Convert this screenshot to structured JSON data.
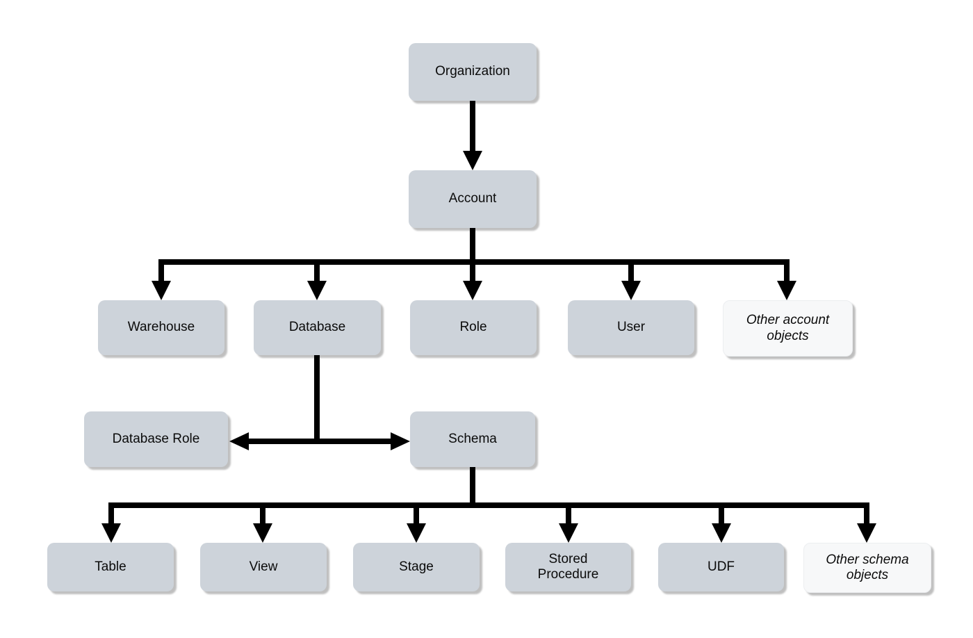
{
  "diagram": {
    "type": "hierarchy",
    "colors": {
      "node_fill": "#cdd3da",
      "node_fill_light": "#f7f8f9",
      "line": "#000000",
      "text": "#0b0b0b",
      "background": "#ffffff"
    },
    "nodes": {
      "organization": {
        "label": "Organization",
        "style": "default"
      },
      "account": {
        "label": "Account",
        "style": "default"
      },
      "warehouse": {
        "label": "Warehouse",
        "style": "default"
      },
      "database": {
        "label": "Database",
        "style": "default"
      },
      "role": {
        "label": "Role",
        "style": "default"
      },
      "user": {
        "label": "User",
        "style": "default"
      },
      "other_account": {
        "label": "Other account\nobjects",
        "style": "light-italic"
      },
      "database_role": {
        "label": "Database Role",
        "style": "default"
      },
      "schema": {
        "label": "Schema",
        "style": "default"
      },
      "table": {
        "label": "Table",
        "style": "default"
      },
      "view": {
        "label": "View",
        "style": "default"
      },
      "stage": {
        "label": "Stage",
        "style": "default"
      },
      "stored_procedure": {
        "label": "Stored\nProcedure",
        "style": "default"
      },
      "udf": {
        "label": "UDF",
        "style": "default"
      },
      "other_schema": {
        "label": "Other schema\nobjects",
        "style": "light-italic"
      }
    },
    "edges": [
      {
        "from": "organization",
        "to": "account",
        "arrow": "down"
      },
      {
        "from": "account",
        "to": "warehouse",
        "arrow": "down"
      },
      {
        "from": "account",
        "to": "database",
        "arrow": "down"
      },
      {
        "from": "account",
        "to": "role",
        "arrow": "down"
      },
      {
        "from": "account",
        "to": "user",
        "arrow": "down"
      },
      {
        "from": "account",
        "to": "other_account",
        "arrow": "down"
      },
      {
        "from": "database",
        "to": "database_role",
        "arrow": "left"
      },
      {
        "from": "database",
        "to": "schema",
        "arrow": "right"
      },
      {
        "from": "schema",
        "to": "table",
        "arrow": "down"
      },
      {
        "from": "schema",
        "to": "view",
        "arrow": "down"
      },
      {
        "from": "schema",
        "to": "stage",
        "arrow": "down"
      },
      {
        "from": "schema",
        "to": "stored_procedure",
        "arrow": "down"
      },
      {
        "from": "schema",
        "to": "udf",
        "arrow": "down"
      },
      {
        "from": "schema",
        "to": "other_schema",
        "arrow": "down"
      }
    ]
  }
}
